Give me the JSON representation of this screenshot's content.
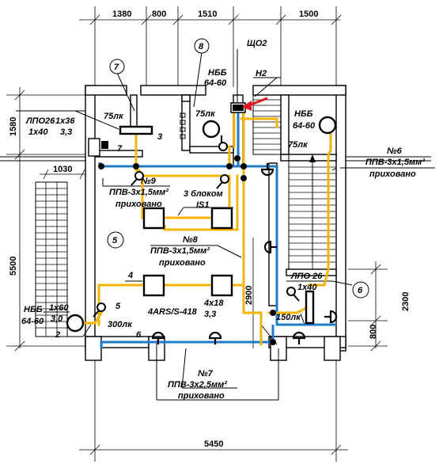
{
  "dimensions": {
    "top": [
      "1380",
      "800",
      "1510",
      "1500"
    ],
    "left_1580": "1580",
    "left_1030": "1030",
    "left_5500": "5500",
    "bottom_5450": "5450",
    "right_2300": "2300",
    "right_800": "800",
    "inner_2900": "2900"
  },
  "rooms": {
    "r7": "7",
    "r8": "8",
    "r5": "5",
    "r6": "6"
  },
  "labels": {
    "lpo26_1x36": "ЛПО26",
    "lpo26_1x36_b": "1x36",
    "lpo_1x40": "1x40",
    "lpo_3_3": "3,3",
    "lux75_r7": "75лк",
    "num3": "3",
    "num7": "7",
    "nbb_r8": "НББ",
    "nbb_r8_b": "64-60",
    "lux75_r8": "75лк",
    "shch": "ЩО2",
    "h2": "Н2",
    "nbb_stair": "НББ",
    "nbb_stair_b": "64-60",
    "lux75_stair": "75лк",
    "c6_num": "№6",
    "c6_cable": "ППВ-3х1,5мм²",
    "c6_hidden": "приховано",
    "c9_num": "№9",
    "c9_cable": "ППВ-3х1,5мм²",
    "c9_hidden": "приховано",
    "block3": "3 блоком",
    "is1": "IS1",
    "c8_num": "№8",
    "c8_cable": "ППВ-3х1,5мм²",
    "c8_hidden": "приховано",
    "num4": "4",
    "fixture_type": "4ARS/S-418",
    "fixture_qty": "4x18",
    "fixture_kw": "3,3",
    "num5": "5",
    "lux300": "300лк",
    "nbb_left": "НББ",
    "nbb_left_b": "64-60",
    "lpo_1x60": "1x60",
    "lpo_3_0": "3,0",
    "num2": "2",
    "num6": "6",
    "lpo26_r6": "ЛПО 26",
    "lpo26_r6_b": "1x40",
    "lux150": "150лк",
    "c7_num": "№7",
    "c7_cable": "ППВ-3х2,5мм²",
    "c7_hidden": "приховано"
  }
}
